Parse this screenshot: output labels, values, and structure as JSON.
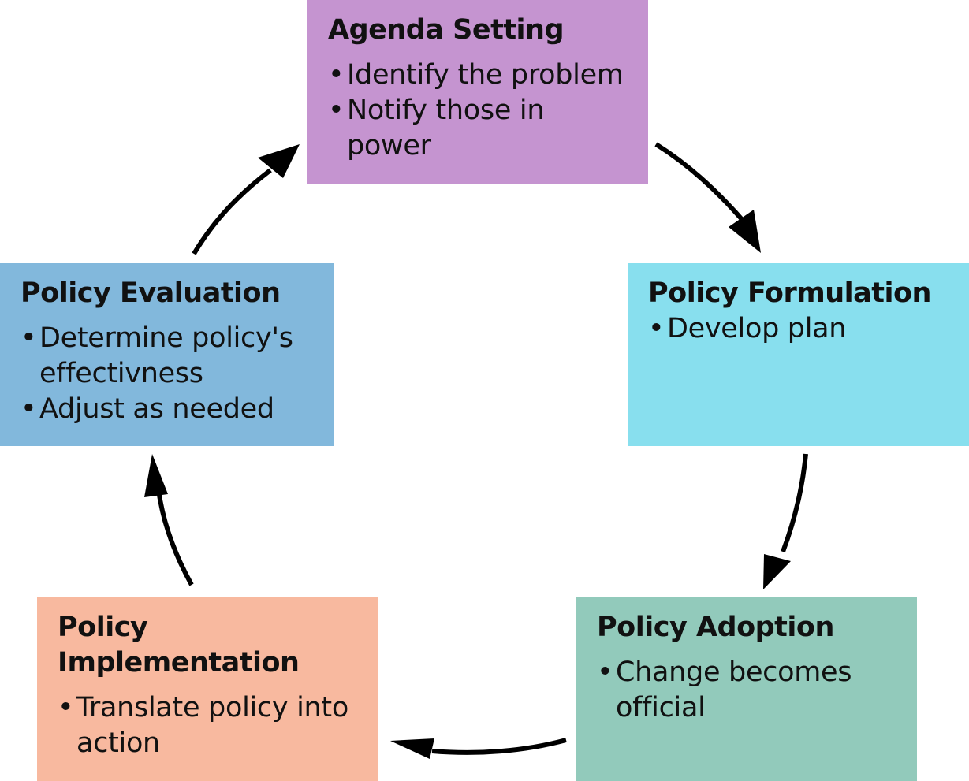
{
  "stages": [
    {
      "id": "agenda",
      "title": "Agenda Setting",
      "bullets": [
        "Identify the problem",
        "Notify those in power"
      ],
      "color": "#c594d0"
    },
    {
      "id": "formulation",
      "title": "Policy Formulation",
      "bullets": [
        "Develop plan"
      ],
      "color": "#88dfee"
    },
    {
      "id": "adoption",
      "title": "Policy Adoption",
      "bullets": [
        "Change becomes official"
      ],
      "color": "#92cabb"
    },
    {
      "id": "implementation",
      "title": "Policy Implementation",
      "bullets": [
        "Translate policy into action"
      ],
      "color": "#f8b99f"
    },
    {
      "id": "evaluation",
      "title": "Policy Evaluation",
      "bullets": [
        "Determine policy's effectivness",
        "Adjust as needed"
      ],
      "color": "#82b8dc"
    }
  ],
  "arrows": [
    {
      "from": "agenda",
      "to": "formulation"
    },
    {
      "from": "formulation",
      "to": "adoption"
    },
    {
      "from": "adoption",
      "to": "implementation"
    },
    {
      "from": "implementation",
      "to": "evaluation"
    },
    {
      "from": "evaluation",
      "to": "agenda"
    }
  ],
  "arrow_color": "#000000"
}
